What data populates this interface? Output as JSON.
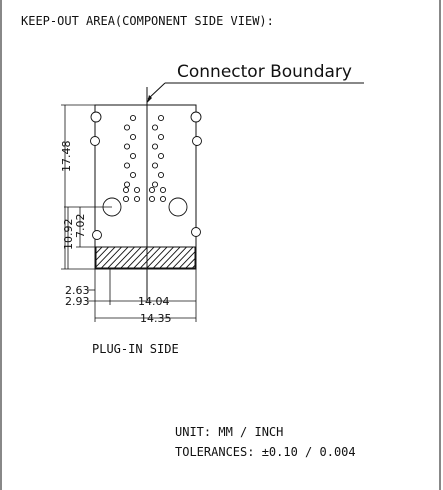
{
  "header": {
    "title": "KEEP-OUT AREA(COMPONENT SIDE VIEW):"
  },
  "callout": {
    "label": "Connector Boundary"
  },
  "dimensions": {
    "height_total": "17.48",
    "height_a": "10.92",
    "height_b": "7.02",
    "offset_a": "2.63",
    "offset_b": "2.93",
    "width_inner": "14.04",
    "width_outer": "14.35"
  },
  "caption": {
    "plug_in": "PLUG-IN SIDE"
  },
  "notes": {
    "unit": "UNIT: MM / INCH",
    "tolerances": "TOLERANCES: ±0.10 / 0.004"
  }
}
